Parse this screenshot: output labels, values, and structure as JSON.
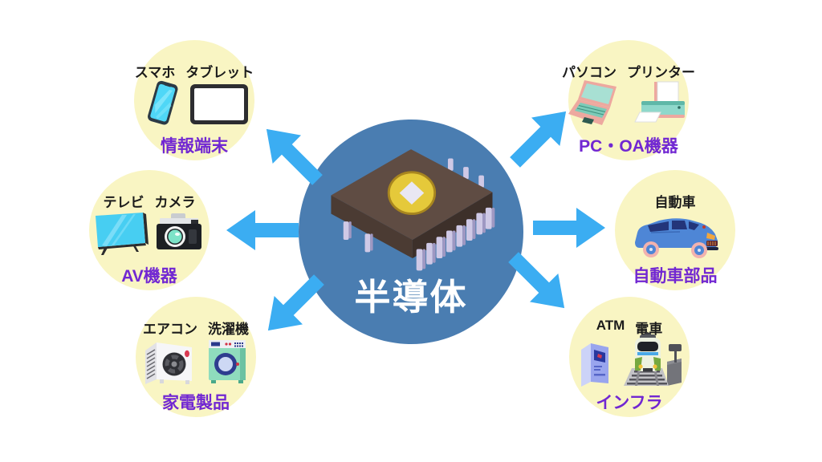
{
  "center": {
    "label": "半導体"
  },
  "colors": {
    "hub": "#4a7db1",
    "arrow": "#3badf2",
    "bubble": "#f9f5c3",
    "category": "#7127d2",
    "item": "#1b1b1b",
    "hubtext": "#ffffff"
  },
  "groups": [
    {
      "id": "info",
      "position": "top-left",
      "items": [
        "スマホ",
        "タブレット"
      ],
      "icons": [
        "smartphone-icon",
        "tablet-icon"
      ],
      "category": "情報端末"
    },
    {
      "id": "av",
      "position": "middle-left",
      "items": [
        "テレビ",
        "カメラ"
      ],
      "icons": [
        "tv-icon",
        "camera-icon"
      ],
      "category": "AV機器"
    },
    {
      "id": "kaden",
      "position": "bottom-left",
      "items": [
        "エアコン",
        "洗濯機"
      ],
      "icons": [
        "air-conditioner-icon",
        "washing-machine-icon"
      ],
      "category": "家電製品"
    },
    {
      "id": "pc",
      "position": "top-right",
      "items": [
        "パソコン",
        "プリンター"
      ],
      "icons": [
        "laptop-icon",
        "printer-icon"
      ],
      "category": "PC・OA機器"
    },
    {
      "id": "car",
      "position": "middle-right",
      "items": [
        "自動車"
      ],
      "icons": [
        "car-icon"
      ],
      "category": "自動車部品"
    },
    {
      "id": "infra",
      "position": "bottom-right",
      "items": [
        "ATM",
        "電車"
      ],
      "icons": [
        "atm-icon",
        "train-icon"
      ],
      "category": "インフラ"
    }
  ]
}
